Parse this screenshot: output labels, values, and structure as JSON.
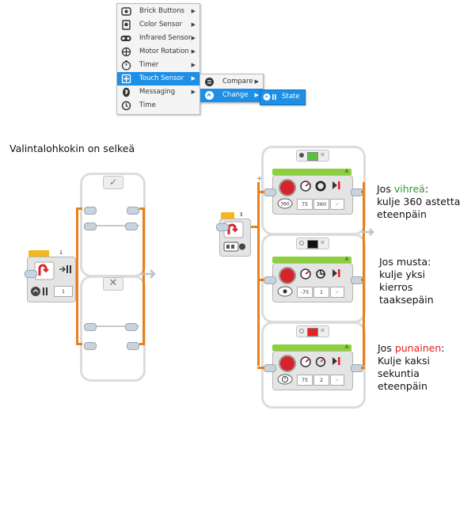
{
  "menu": {
    "items": [
      {
        "label": "Brick Buttons",
        "icon": "brick-buttons-icon"
      },
      {
        "label": "Color Sensor",
        "icon": "color-sensor-icon"
      },
      {
        "label": "Infrared Sensor",
        "icon": "infrared-sensor-icon"
      },
      {
        "label": "Motor Rotation",
        "icon": "motor-rotation-icon"
      },
      {
        "label": "Timer",
        "icon": "timer-icon"
      },
      {
        "label": "Touch Sensor",
        "icon": "touch-sensor-icon"
      },
      {
        "label": "Messaging",
        "icon": "messaging-icon"
      },
      {
        "label": "Time",
        "icon": "time-icon"
      }
    ],
    "submenu": {
      "compare": "Compare",
      "change": "Change"
    },
    "state_label": "State"
  },
  "left": {
    "caption": "Valintalohkokin on selkeä",
    "switch_tab_value": "1",
    "switch_field_value": "1",
    "case_true": "✓",
    "case_false": "✕"
  },
  "right": {
    "switch_tab_value": "3",
    "blocks": [
      {
        "tab": "A",
        "v1": "75",
        "v2": "360",
        "note_prefix": "Jos ",
        "note_color_word": "vihreä",
        "note_lines": [
          ":",
          "kulje 360 astetta",
          "eteenpäin"
        ],
        "accent": "#2e9a2e"
      },
      {
        "tab": "A",
        "v1": "-75",
        "v2": "1",
        "note_prefix": "Jos musta:",
        "note_lines": [
          "kulje yksi",
          "kierros",
          "taaksepäin"
        ]
      },
      {
        "tab": "A",
        "v1": "75",
        "v2": "2",
        "note_prefix": "Jos ",
        "note_color_word": "punainen",
        "note_lines": [
          ":",
          "Kulje kaksi",
          "sekuntia",
          "eteenpäin"
        ],
        "accent": "#e01b1b"
      }
    ]
  },
  "colors": {
    "orange": "#e8801a",
    "menu_highlight": "#1d8fe6",
    "yellow_tab": "#f2b81c",
    "green_tab": "#8dcf3f"
  }
}
